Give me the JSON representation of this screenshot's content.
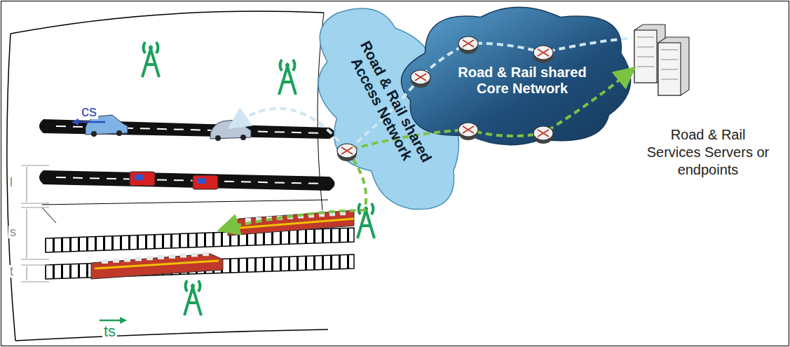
{
  "diagram": {
    "nodes": [
      {
        "text": [
          "Road & Rail shared Access Network"
        ]
      },
      {
        "text": [
          "Road & Rail shared Core Network"
        ]
      },
      {
        "text": [
          "Road & Rail Services Servers or endpoints"
        ]
      }
    ],
    "labels": [
      "cs",
      "ts",
      "l",
      "s",
      "t"
    ]
  }
}
